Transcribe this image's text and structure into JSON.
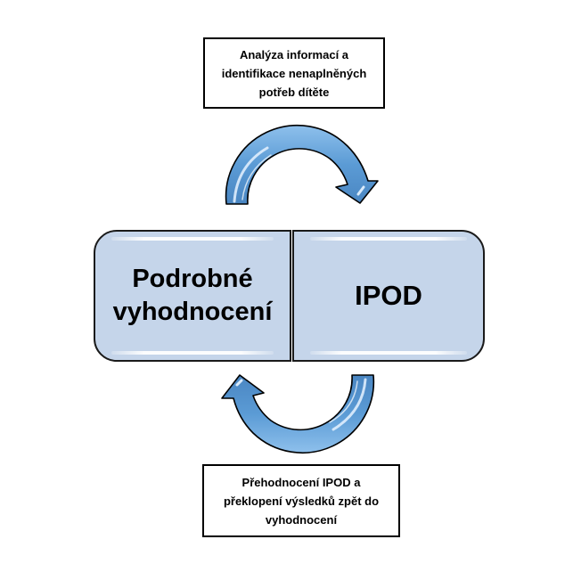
{
  "diagram": {
    "top_note": {
      "lines": [
        "Analýza informací a",
        "identifikace nenaplněných",
        "potřeb dítěte"
      ]
    },
    "left_box": {
      "lines": [
        "Podrobné",
        "vyhodnocení"
      ]
    },
    "right_box": {
      "label": "IPOD"
    },
    "bottom_note": {
      "lines": [
        "Přehodnocení IPOD a",
        "překlopení výsledků zpět do",
        "vyhodnocení"
      ]
    },
    "colors": {
      "box_fill": "#c5d5ea",
      "arrow_fill": "#5b9bd5",
      "arrow_highlight": "#cfe3f7",
      "outline": "#000000"
    }
  }
}
